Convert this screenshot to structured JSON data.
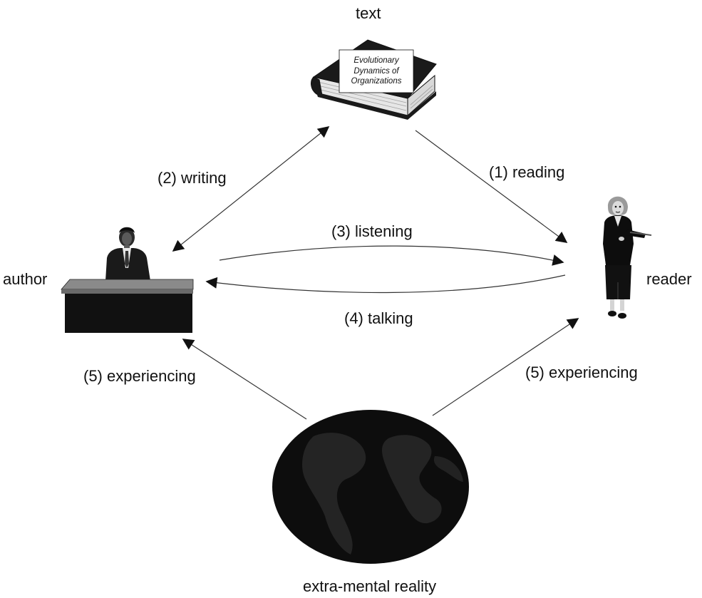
{
  "nodes": {
    "text": {
      "label": "text",
      "book_title": [
        "Evolutionary",
        "Dynamics of",
        "Organizations"
      ]
    },
    "author": {
      "label": "author"
    },
    "reader": {
      "label": "reader"
    },
    "reality": {
      "label": "extra-mental reality"
    }
  },
  "edges": {
    "reading": "(1) reading",
    "writing": "(2) writing",
    "listening": "(3) listening",
    "talking": "(4) talking",
    "experiencing_author": "(5) experiencing",
    "experiencing_reader": "(5) experiencing"
  },
  "colors": {
    "line": "#333333",
    "ink": "#111111",
    "desk_top": "#8a8a8a",
    "desk_front": "#111111",
    "globe": "#0d0d0d",
    "book_cover": "#1a1a1a",
    "book_pages": "#e6e6e6"
  }
}
